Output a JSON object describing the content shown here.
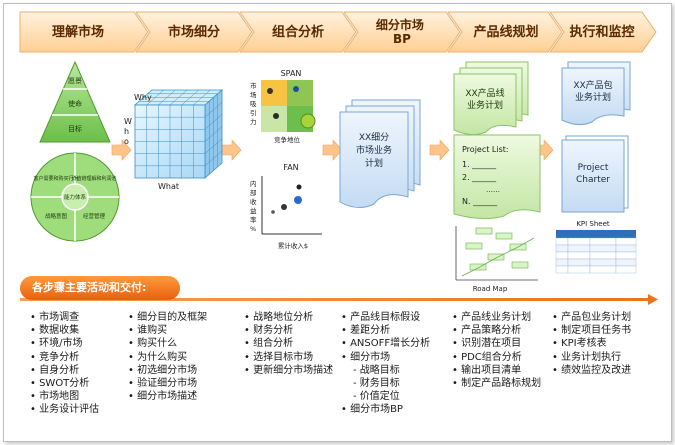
{
  "header": {
    "steps": [
      "理解市场",
      "市场细分",
      "组合分析",
      "细分市场BP",
      "产品线规划",
      "执行和监控"
    ]
  },
  "col1": {
    "pyramid": [
      "愿景",
      "使命",
      "目标"
    ],
    "circle": [
      "客户需要和购买行为",
      "价值链理解和利润池",
      "能力体系",
      "战略意图",
      "经营管理"
    ]
  },
  "col2": {
    "cube": {
      "why": "Why",
      "who": "Who",
      "what": "What"
    }
  },
  "col3": {
    "span": {
      "title": "SPAN",
      "y_label": "市场吸引力",
      "x_label": "竞争地位"
    },
    "fan": {
      "title": "FAN",
      "y_label": "内部收益率%",
      "x_label": "累计收入$"
    }
  },
  "col4": {
    "doc": "XX细分市场业务计划"
  },
  "col5": {
    "doc": "XX产品线业务计划",
    "list": {
      "title": "Project List:",
      "line1": "1. ______",
      "line2": "2. ______",
      "dots": "……",
      "lineN": "N. ______"
    },
    "roadmap": "Road Map"
  },
  "col6": {
    "doc": "XX产品包业务计划",
    "charter": [
      "Project",
      "Charter"
    ],
    "kpi": "KPI Sheet"
  },
  "banner": "各步骤主要活动和交付:",
  "activities": [
    [
      "市场调查",
      "数据收集",
      "环境/市场",
      "竞争分析",
      "自身分析",
      "SWOT分析",
      "市场地图",
      "业务设计评估"
    ],
    [
      "细分目的及框架",
      "谁购买",
      "购买什么",
      "为什么购买",
      "初选细分市场",
      "验证细分市场",
      "细分市场描述"
    ],
    [
      "战略地位分析",
      "财务分析",
      "组合分析",
      "选择目标市场",
      "更新细分市场描述"
    ],
    [
      "产品线目标假设",
      "差距分析",
      "ANSOFF增长分析",
      "细分市场",
      "战略目标",
      "财务目标",
      "价值定位",
      "细分市场BP"
    ],
    [
      "产品线业务计划",
      "产品策略分析",
      "识别潜在项目",
      "PDC组合分析",
      "输出项目清单",
      "制定产品路标规划"
    ],
    [
      "产品包业务计划",
      "制定项目任务书",
      "KPI考核表",
      "业务计划执行",
      "绩效监控及改进"
    ]
  ],
  "colors": {
    "chevron": "#ffd9a8",
    "arrow": "#ffc48a",
    "orange": "#f07a22",
    "doc_blue": "#dbe9f8",
    "doc_green": "#d8f0c4",
    "pyramid": "#8fcf6f"
  }
}
